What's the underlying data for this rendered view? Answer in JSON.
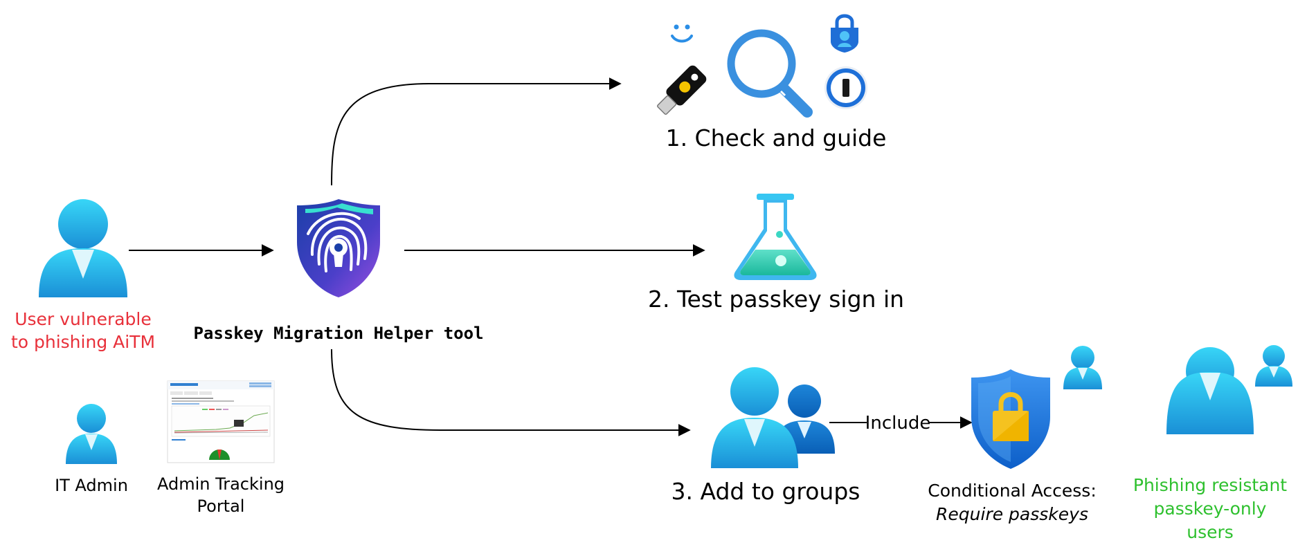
{
  "user": {
    "label_line1": "User vulnerable",
    "label_line2": "to phishing AiTM",
    "label_color": "#e8303a"
  },
  "tool": {
    "label": "Passkey Migration Helper tool"
  },
  "steps": {
    "check": "1. Check and guide",
    "test": "2. Test passkey sign in",
    "groups": "3. Add to groups"
  },
  "include_label": "Include",
  "policy": {
    "line1": "Conditional Access:",
    "line2": "Require passkeys"
  },
  "result": {
    "line1": "Phishing resistant",
    "line2": "passkey-only",
    "line3": "users",
    "color": "#2ec02e"
  },
  "admin": {
    "label": "IT Admin"
  },
  "portal": {
    "line1": "Admin Tracking",
    "line2": "Portal"
  },
  "colors": {
    "person_top": "#35d3f5",
    "person_bottom": "#1a8fd6",
    "arrow": "#000000",
    "shield_blue": "#1b6fe0",
    "lock_gold": "#f5c220"
  },
  "icons": [
    "person-icon",
    "fingerprint-shield-icon",
    "smiley-icon",
    "security-key-icon",
    "magnifier-icon",
    "authenticator-lock-icon",
    "password-manager-icon",
    "flask-icon",
    "group-icon",
    "lock-shield-icon",
    "portal-screenshot-icon"
  ]
}
